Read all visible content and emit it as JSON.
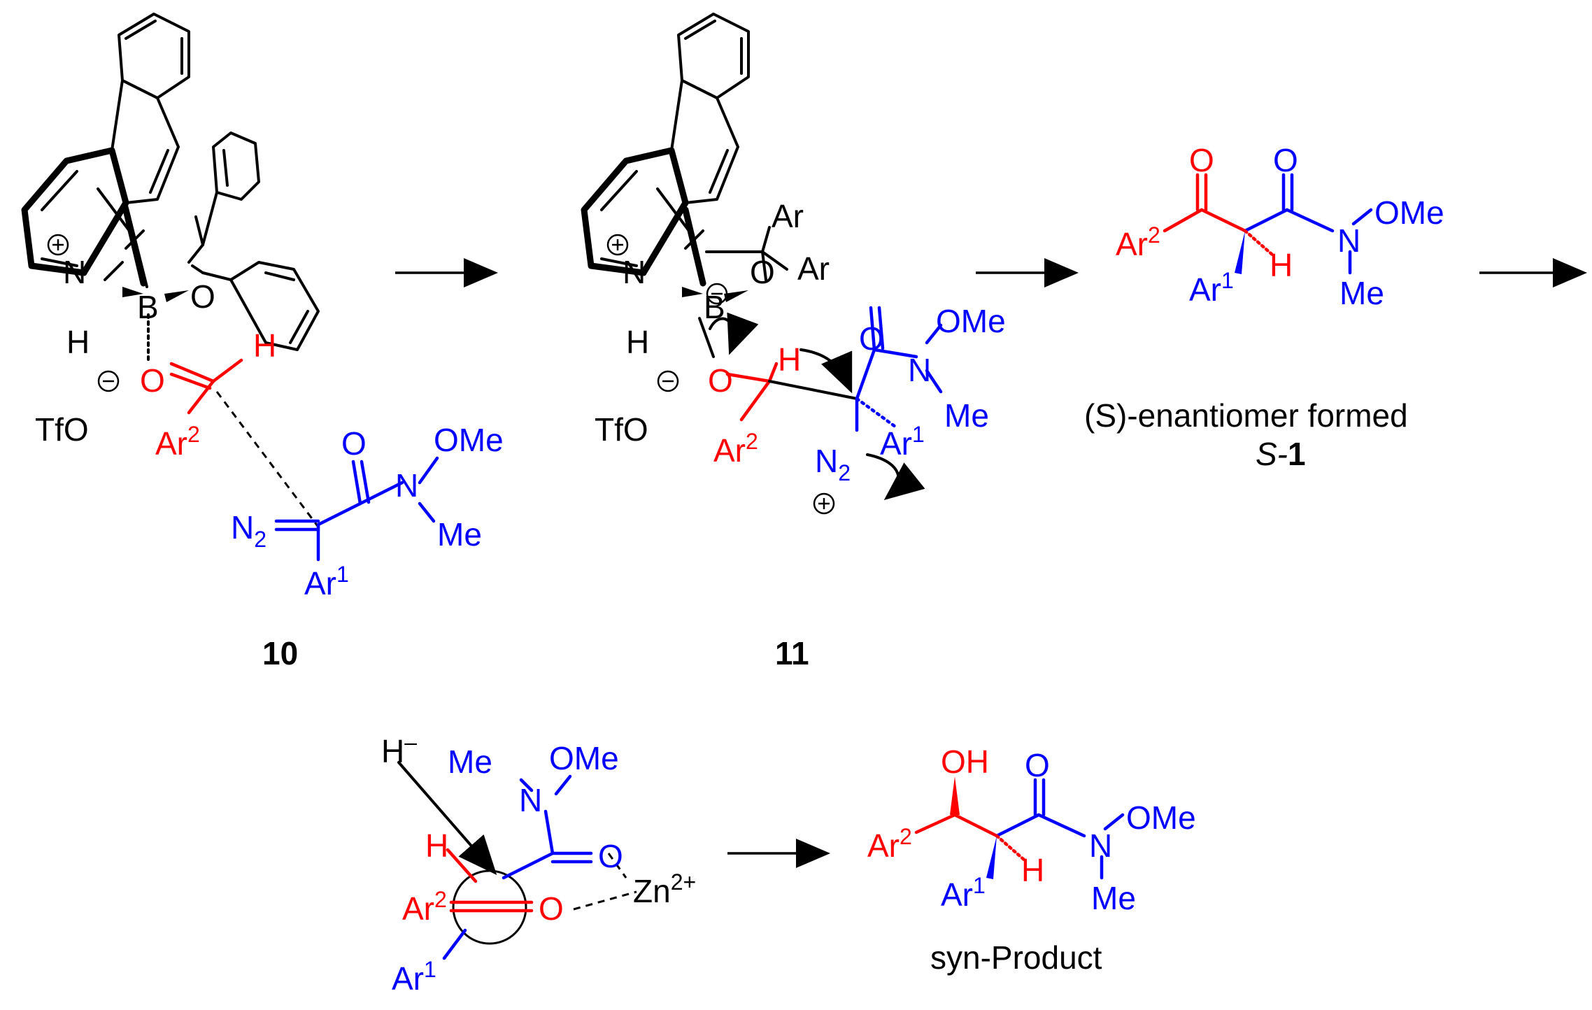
{
  "labels": {
    "compound_10": "10",
    "compound_11": "11",
    "s_enantiomer_caption": "(S)-enantiomer formed",
    "s1_label_prefix": "S-",
    "s1_label_num": "1",
    "syn_product_caption": "syn-Product"
  },
  "atoms": {
    "tfo": "TfO",
    "n": "N",
    "h": "H",
    "b": "B",
    "o": "O",
    "ar": "Ar",
    "ar1": "Ar",
    "ar1_sup": "1",
    "ar2": "Ar",
    "ar2_sup": "2",
    "n2": "N",
    "n2_sub": "2",
    "ome": "OMe",
    "me": "Me",
    "oh": "OH",
    "zn": "Zn",
    "zn_sup": "2+",
    "h_minus": "H",
    "minus_sup": "–"
  },
  "colors": {
    "red": "#ff0000",
    "blue": "#0000ff",
    "black": "#000000"
  }
}
